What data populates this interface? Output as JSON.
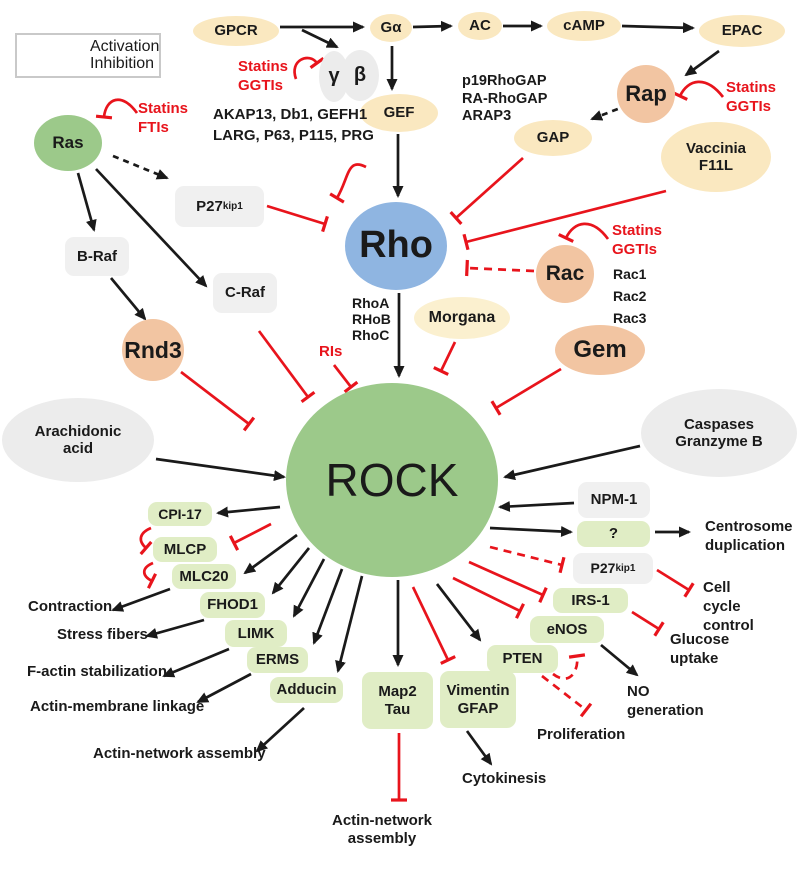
{
  "title": "ROCK signaling pathway diagram",
  "legend": {
    "activation": "Activation",
    "inhibition": "Inhibition"
  },
  "colors": {
    "cream_ellipse": "#FAE8C0",
    "salmon_node": "#F2C5A2",
    "green_node": "#9CC98A",
    "blue_node": "#8FB5E1",
    "gray_box": "#F0F0F0",
    "light_green_box": "#E0EDC5",
    "gray_ellipse": "#ECECEC",
    "activation_black": "#1A1A1A",
    "inhibition_red": "#E8141C"
  },
  "nodes": {
    "gpcr": {
      "label": "GPCR"
    },
    "galpha": {
      "label": "Gα"
    },
    "ac": {
      "label": "AC"
    },
    "camp": {
      "label": "cAMP"
    },
    "epac": {
      "label": "EPAC"
    },
    "gamma": {
      "label": "γ"
    },
    "beta": {
      "label": "β"
    },
    "gef": {
      "label": "GEF"
    },
    "gap": {
      "label": "GAP"
    },
    "rap": {
      "label": "Rap"
    },
    "vaccinia": {
      "line1": "Vaccinia",
      "line2": "F11L"
    },
    "ras": {
      "label": "Ras"
    },
    "rho": {
      "label": "Rho"
    },
    "rac": {
      "label": "Rac"
    },
    "morgana": {
      "label": "Morgana"
    },
    "gem": {
      "label": "Gem"
    },
    "rnd3": {
      "label": "Rnd3"
    },
    "rock": {
      "label": "ROCK"
    },
    "arachidonic": {
      "line1": "Arachidonic",
      "line2": "acid"
    },
    "caspases": {
      "line1": "Caspases",
      "line2": "Granzyme B"
    },
    "p27_left": {
      "base": "P27",
      "sup": "kip1"
    },
    "braf": {
      "label": "B-Raf"
    },
    "craf": {
      "label": "C-Raf"
    },
    "npm1": {
      "label": "NPM-1"
    },
    "question": {
      "label": "?"
    },
    "p27_right": {
      "base": "P27",
      "sup": "kip1"
    },
    "irs1": {
      "label": "IRS-1"
    },
    "enos": {
      "label": "eNOS"
    },
    "pten": {
      "label": "PTEN"
    },
    "vimentin": {
      "line1": "Vimentin",
      "line2": "GFAP"
    },
    "map2tau": {
      "line1": "Map2",
      "line2": "Tau"
    },
    "adducin": {
      "label": "Adducin"
    },
    "erms": {
      "label": "ERMS"
    },
    "limk": {
      "label": "LIMK"
    },
    "fhod1": {
      "label": "FHOD1"
    },
    "mlc20": {
      "label": "MLC20"
    },
    "mlcp": {
      "label": "MLCP"
    },
    "cpi17": {
      "label": "CPI-17"
    }
  },
  "annotations": {
    "statins_gbg": {
      "line1": "Statins",
      "line2": "GGTIs"
    },
    "statins_ras": {
      "line1": "Statins",
      "line2": "FTIs"
    },
    "statins_rap": {
      "line1": "Statins",
      "line2": "GGTIs"
    },
    "statins_rac": {
      "line1": "Statins",
      "line2": "GGTIs"
    },
    "ris": "RIs",
    "gef_list_1": "AKAP13, Db1, GEFH1",
    "gef_list_2": "LARG, P63, P115, PRG",
    "gap_list_1": "p19RhoGAP",
    "gap_list_2": "RA-RhoGAP",
    "gap_list_3": "ARAP3",
    "rho_iso_1": "RhoA",
    "rho_iso_2": "RHoB",
    "rho_iso_3": "RhoC",
    "rac_iso_1": "Rac1",
    "rac_iso_2": "Rac2",
    "rac_iso_3": "Rac3"
  },
  "outputs": {
    "contraction": "Contraction",
    "stress_fibers": "Stress fibers",
    "factin": "F-actin stabilization",
    "actin_membrane": "Actin-membrane linkage",
    "actin_network_left": "Actin-network assembly",
    "actin_network_bottom_1": "Actin-network",
    "actin_network_bottom_2": "assembly",
    "centrosome_1": "Centrosome",
    "centrosome_2": "duplication",
    "cell_cycle_1": "Cell",
    "cell_cycle_2": "cycle",
    "cell_cycle_3": "control",
    "glucose_1": "Glucose",
    "glucose_2": "uptake",
    "no_1": "NO",
    "no_2": "generation",
    "proliferation": "Proliferation",
    "cytokinesis": "Cytokinesis"
  }
}
